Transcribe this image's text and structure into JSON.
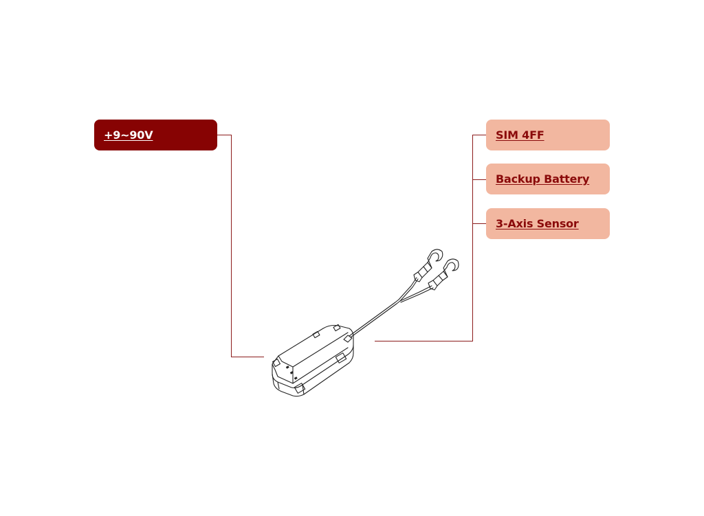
{
  "diagram": {
    "labels": {
      "power": "+9~90V",
      "sim": "SIM 4FF",
      "battery": "Backup Battery",
      "sensor": "3-Axis Sensor"
    },
    "colors": {
      "dark_label_bg": "#870303",
      "dark_label_text": "#ffffff",
      "light_label_bg": "#f2b7a0",
      "light_label_text": "#8a0a0a",
      "connector_line": "#8b1a1a"
    },
    "device_icon": "gps-tracker-device-illustration"
  }
}
